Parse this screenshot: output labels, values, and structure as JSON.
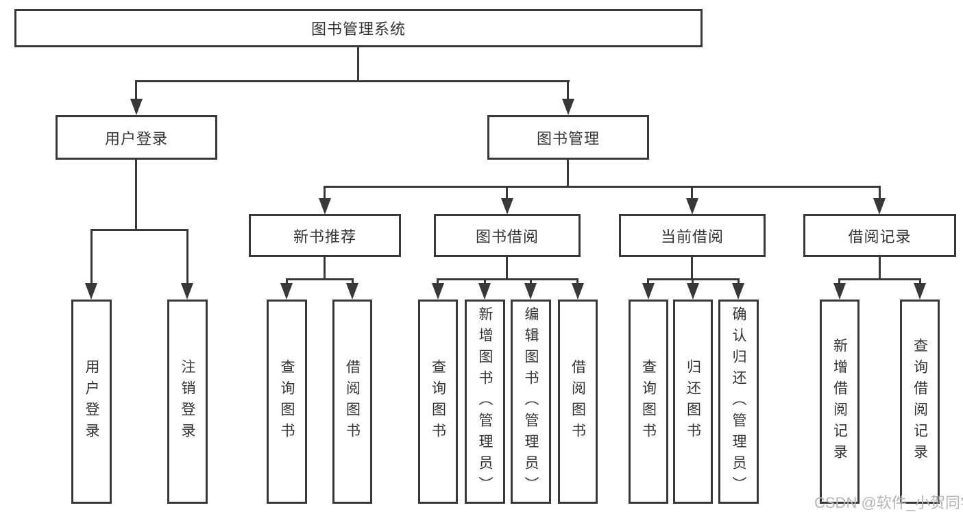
{
  "diagram": {
    "title": "图书管理系统",
    "watermark": "CSDN @软件_小贺同学",
    "colors": {
      "line": "#383838",
      "text": "#333333",
      "box_background": "#ffffff",
      "watermark": "#b5b5b5"
    },
    "nodes": {
      "root": {
        "label": "图书管理系统"
      },
      "level2": [
        {
          "label": "用户登录"
        },
        {
          "label": "图书管理"
        }
      ],
      "level3": [
        {
          "label": "新书推荐",
          "parent": "图书管理"
        },
        {
          "label": "图书借阅",
          "parent": "图书管理"
        },
        {
          "label": "当前借阅",
          "parent": "图书管理"
        },
        {
          "label": "借阅记录",
          "parent": "图书管理"
        }
      ],
      "leaves": [
        {
          "label": "用户登录",
          "parent": "用户登录"
        },
        {
          "label": "注销登录",
          "parent": "用户登录"
        },
        {
          "label": "查询图书",
          "parent": "新书推荐"
        },
        {
          "label": "借阅图书",
          "parent": "新书推荐"
        },
        {
          "label": "查询图书",
          "parent": "图书借阅"
        },
        {
          "label": "新增图书（管理员）",
          "parent": "图书借阅"
        },
        {
          "label": "编辑图书（管理员）",
          "parent": "图书借阅"
        },
        {
          "label": "借阅图书",
          "parent": "图书借阅"
        },
        {
          "label": "查询图书",
          "parent": "当前借阅"
        },
        {
          "label": "归还图书",
          "parent": "当前借阅"
        },
        {
          "label": "确认归还（管理员）",
          "parent": "当前借阅"
        },
        {
          "label": "新增借阅记录",
          "parent": "借阅记录"
        },
        {
          "label": "查询借阅记录",
          "parent": "借阅记录"
        }
      ]
    }
  }
}
